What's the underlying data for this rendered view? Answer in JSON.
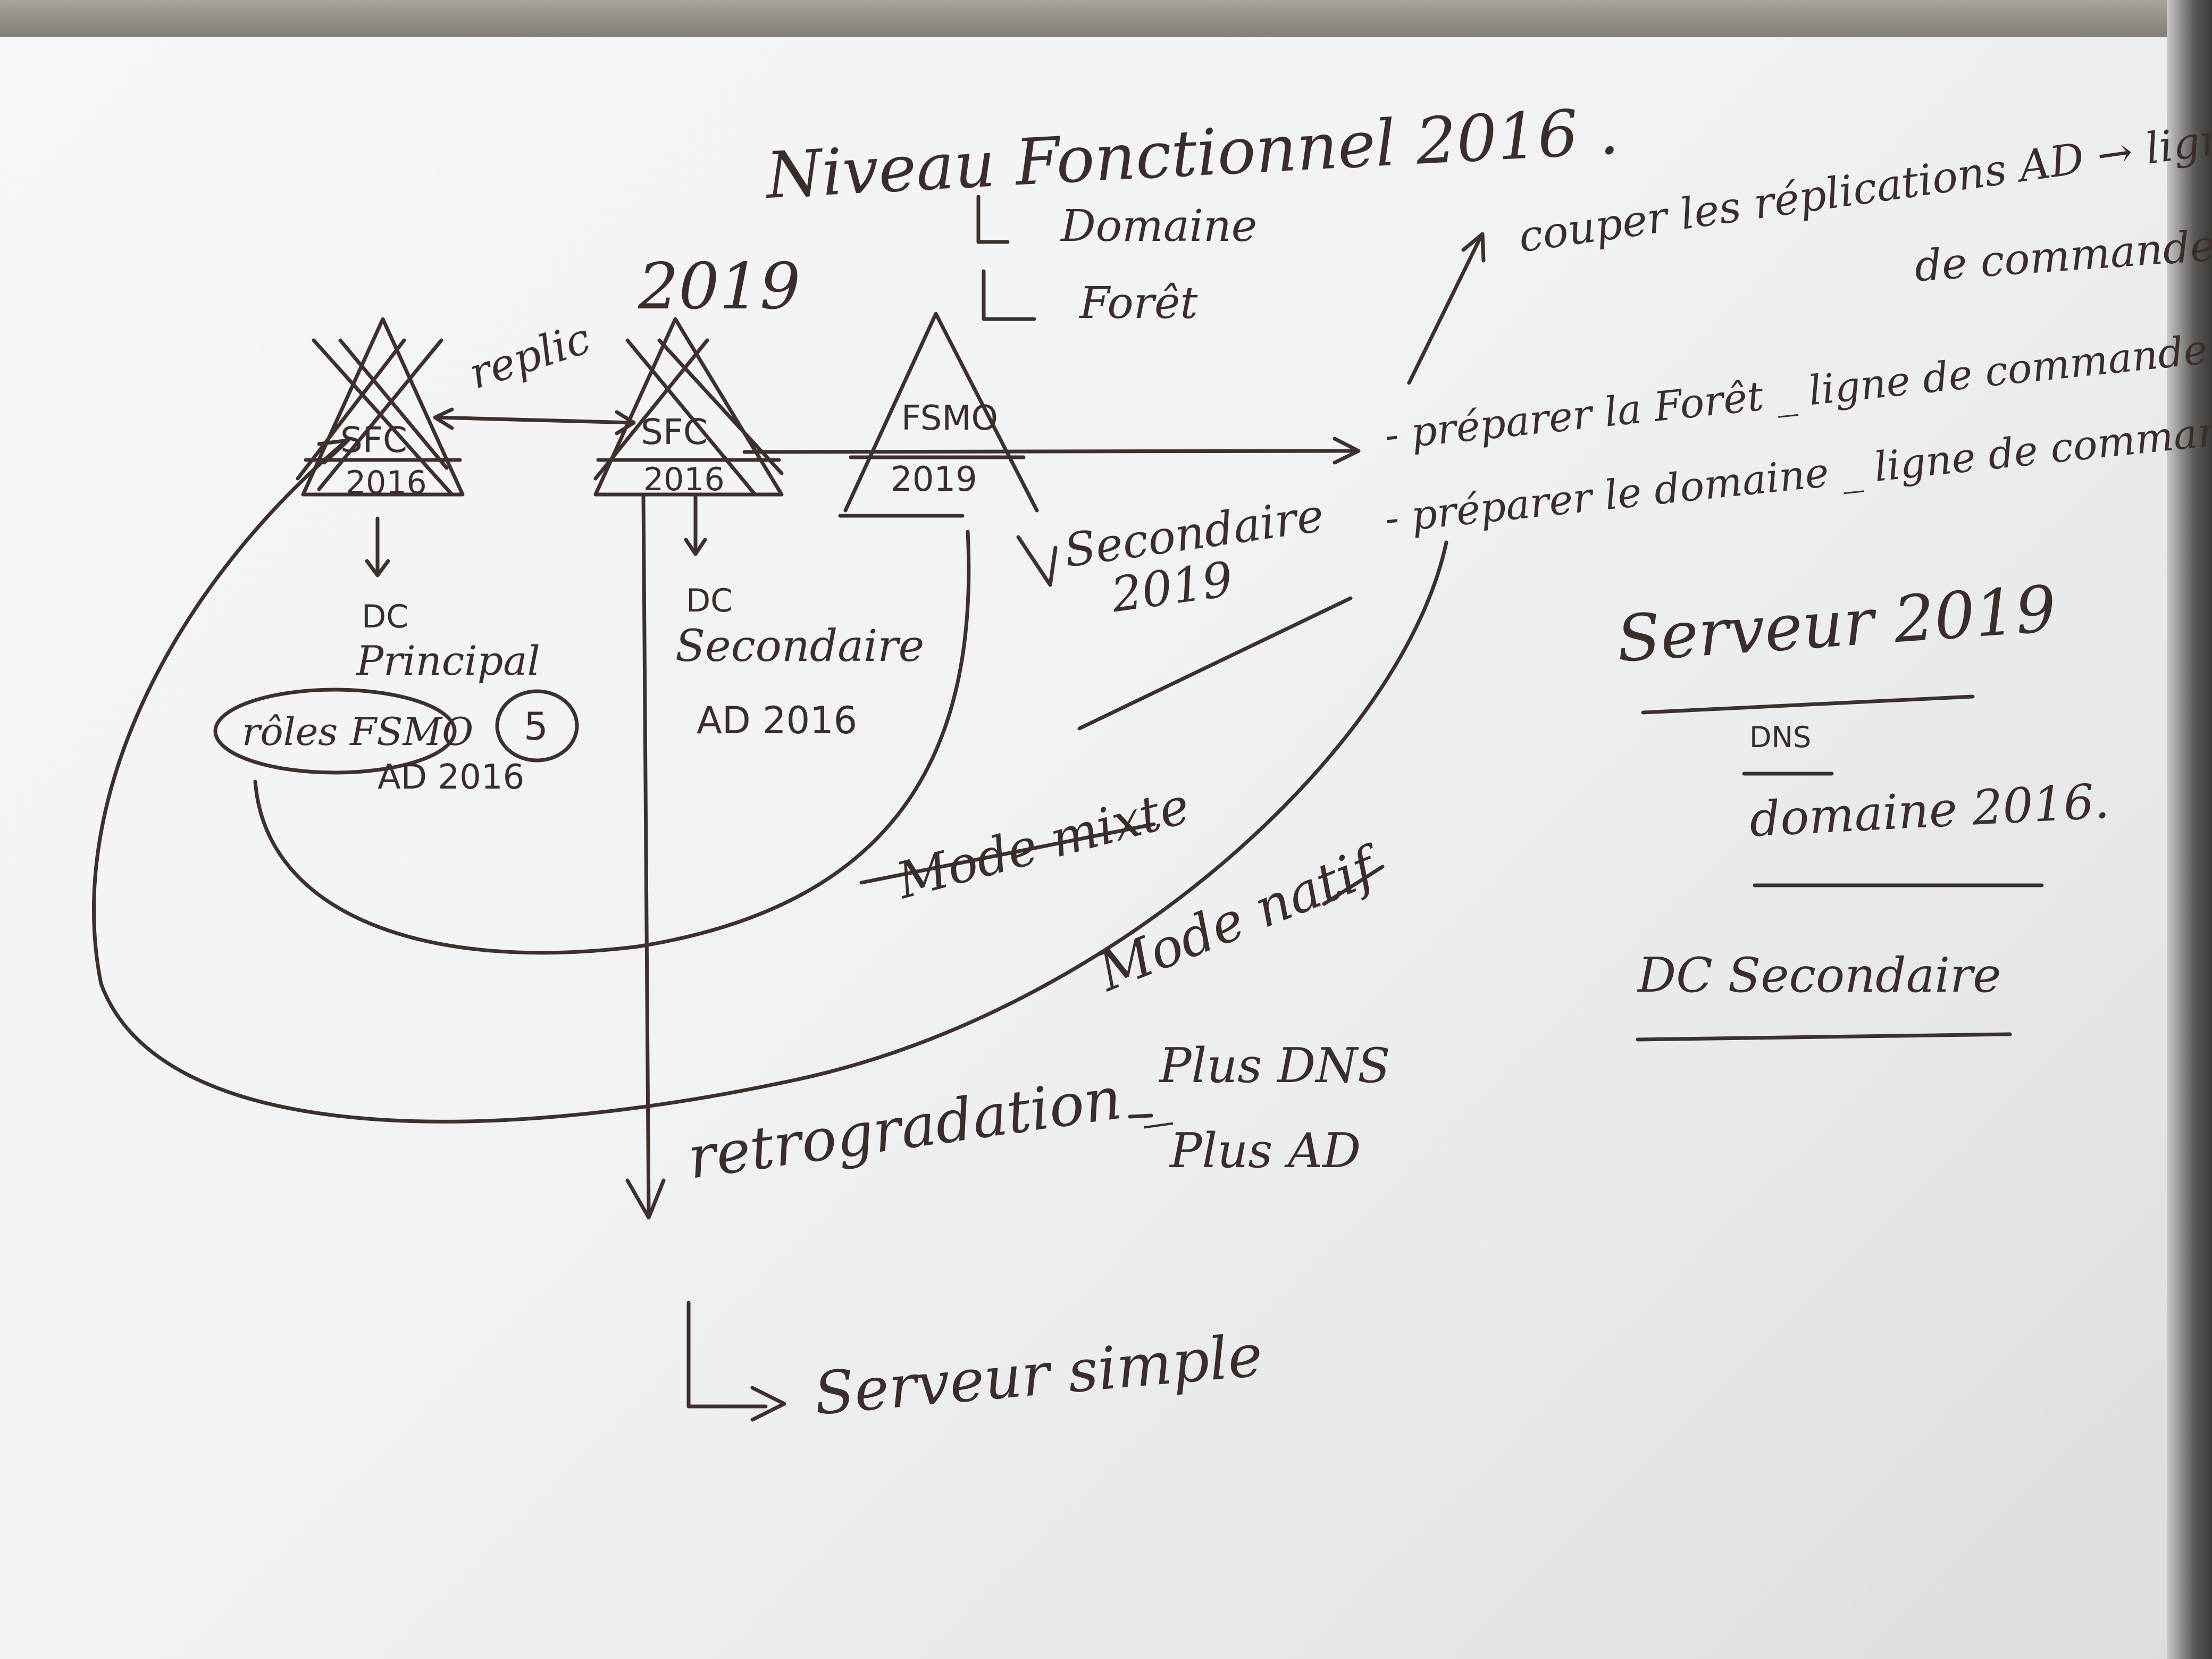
{
  "board": {
    "title": "Niveau Fonctionnel 2016 .",
    "level_items": [
      "Domaine",
      "Forêt"
    ],
    "year_2019": "2019",
    "replic": "replic",
    "triangle_left": {
      "top": "SFC",
      "bottom": "2016"
    },
    "triangle_mid": {
      "top": "SFC",
      "bottom": "2016"
    },
    "triangle_right": {
      "top": "FSMO",
      "bottom": "2019"
    },
    "dc_principal": {
      "line1": "DC",
      "line2": "Principal",
      "roles": "rôles FSMO",
      "count": "5",
      "ad": "AD 2016"
    },
    "dc_secondaire": {
      "line1": "DC",
      "line2": "Secondaire",
      "ad": "AD 2016"
    },
    "secondaire_2019": {
      "line1": "Secondaire",
      "line2": "2019"
    },
    "cut_replication": {
      "line1": "couper les réplications AD → ligne",
      "line2": "de commande ."
    },
    "prepare_forest": "- préparer la Forêt _ ligne de commande",
    "prepare_domain": "- préparer le domaine _ ligne de commande",
    "mode_mixte": "Mode mixte",
    "mode_natif": "Mode natif",
    "retrogradation": "retrogradation _",
    "plus_dns": "Plus DNS",
    "plus_ad": "Plus AD",
    "serveur_simple": "Serveur simple",
    "right_panel": {
      "title": "Serveur 2019",
      "dns": "DNS",
      "domain": "domaine 2016.",
      "dc": "DC Secondaire"
    }
  },
  "colors": {
    "ink": "#3a2d2b",
    "board": "#f1f2f4",
    "frame": "#77736d"
  }
}
